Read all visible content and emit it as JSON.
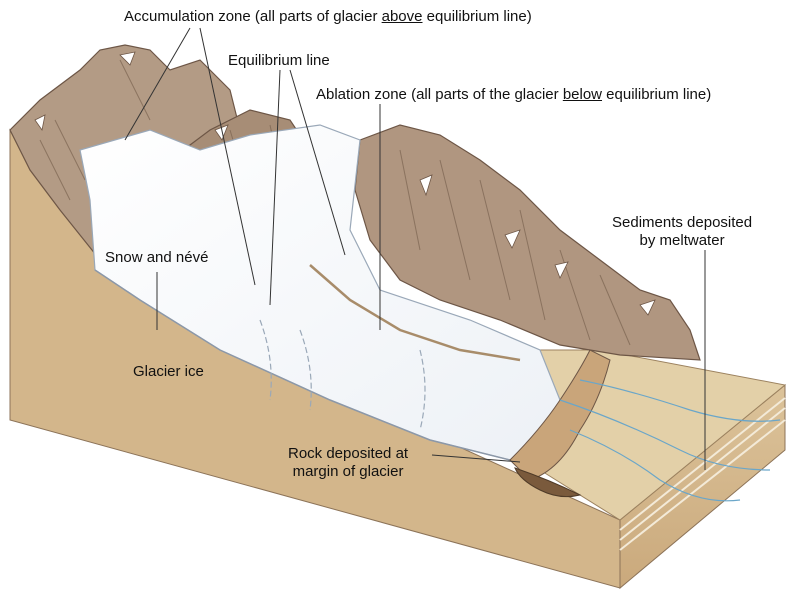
{
  "labels": {
    "accumulation": {
      "prefix": "Accumulation zone (all parts of glacier ",
      "emph": "above",
      "suffix": " equilibrium line)"
    },
    "equilibrium": "Equilibrium line",
    "ablation": {
      "prefix": "Ablation zone (all parts of the glacier ",
      "emph": "below",
      "suffix": " equilibrium line)"
    },
    "sediments": {
      "line1": "Sediments deposited",
      "line2": "by meltwater"
    },
    "snow": "Snow and névé",
    "glacier_ice": "Glacier ice",
    "rock": {
      "line1": "Rock deposited at",
      "line2": "margin of glacier"
    }
  },
  "colors": {
    "rock": "#b39b85",
    "rock_dark": "#7d6552",
    "soil_front": "#d6bc92",
    "soil_top": "#e2cfa6",
    "ice": "#ffffff",
    "ice_shadow": "#e6ecf3",
    "meltwater": "#6aa6c9",
    "moraine": "#c9a57a",
    "leader": "#333333"
  }
}
